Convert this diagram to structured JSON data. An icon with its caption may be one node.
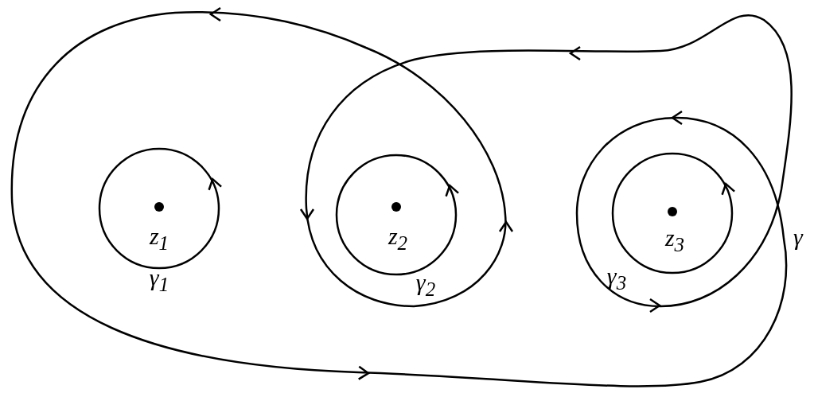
{
  "diagram": {
    "labels": [
      "z$_{1}$",
      "γ$_{1}$",
      "z$_{2}$",
      "γ$_{2}$",
      "z$_{3}$",
      "γ$_{3}$",
      "γ"
    ]
  }
}
